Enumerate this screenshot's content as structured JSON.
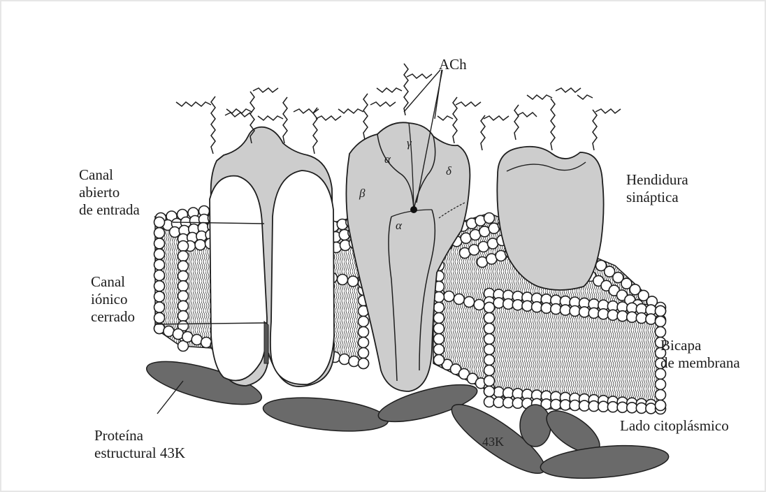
{
  "labels": {
    "canal_abierto": [
      "Canal",
      "abierto",
      "de entrada"
    ],
    "canal_ionico": [
      "Canal",
      "iónico",
      "cerrado"
    ],
    "proteina": [
      "Proteína",
      "estructural 43K"
    ],
    "ach": "ACh",
    "hendidura": [
      "Hendidura",
      "sináptica"
    ],
    "bicapa": [
      "Bicapa",
      "de membrana"
    ],
    "lado": "Lado citoplásmico",
    "k43": "43K"
  },
  "subunits": {
    "alpha": "α",
    "gamma": "γ",
    "beta": "β",
    "delta": "δ"
  },
  "colors": {
    "protein_fill": "#cdcdcd",
    "anchor_fill": "#6a6a6a",
    "line": "#1e1e1e"
  }
}
